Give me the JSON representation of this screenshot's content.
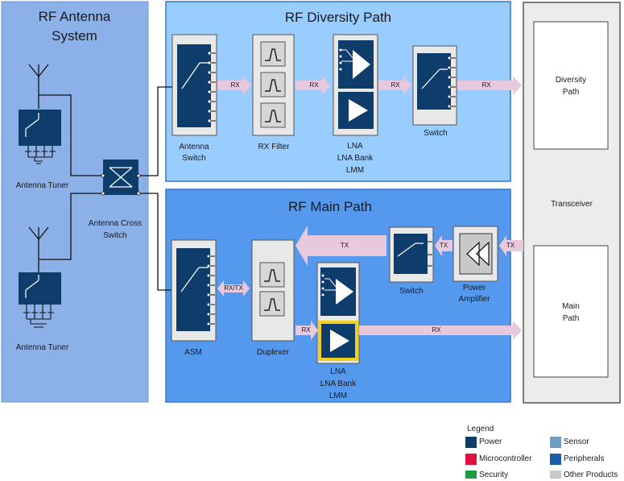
{
  "antenna_system": {
    "title": "RF Antenna System",
    "tuner_top_label": "Antenna Tuner",
    "tuner_bottom_label": "Antenna Tuner",
    "cross_switch_label_line1": "Antenna Cross",
    "cross_switch_label_line2": "Switch"
  },
  "diversity_path": {
    "title": "RF Diversity Path",
    "antenna_switch_line1": "Antenna",
    "antenna_switch_line2": "Switch",
    "rx_filter_label": "RX Filter",
    "lna_line1": "LNA",
    "lna_line2": "LNA Bank",
    "lna_line3": "LMM",
    "switch_label": "Switch",
    "arrow_rx_1": "RX",
    "arrow_rx_2": "RX",
    "arrow_rx_3": "RX",
    "arrow_rx_4": "RX"
  },
  "main_path": {
    "title": "RF Main Path",
    "asm_label": "ASM",
    "duplexer_label": "Duplexer",
    "lna_line1": "LNA",
    "lna_line2": "LNA Bank",
    "lna_line3": "LMM",
    "switch_label": "Switch",
    "pa_line1": "Power",
    "pa_line2": "Amplifier",
    "arrow_rxtx": "RX/TX",
    "arrow_tx_1": "TX",
    "arrow_tx_2": "TX",
    "arrow_tx_3": "TX",
    "arrow_rx_small": "RX",
    "arrow_rx_long": "RX"
  },
  "transceiver": {
    "label": "Transceiver",
    "diversity_line1": "Diversity",
    "diversity_line2": "Path",
    "main_line1": "Main",
    "main_line2": "Path"
  },
  "legend": {
    "title": "Legend",
    "items": [
      {
        "label": "Power",
        "color": "#0e3d6b"
      },
      {
        "label": "Sensor",
        "color": "#6f9cc4"
      },
      {
        "label": "Microcontroller",
        "color": "#e0103a"
      },
      {
        "label": "Peripherals",
        "color": "#1a5ea8"
      },
      {
        "label": "Security",
        "color": "#1f9a3f"
      },
      {
        "label": "Other Products",
        "color": "#c8c8c8"
      }
    ]
  },
  "colors": {
    "antenna_panel": "#8cb0e8",
    "diversity_panel": "#99ccff",
    "main_panel": "#5599ee",
    "power_block": "#0e3d6b",
    "arrow_fill": "#e8c8dc",
    "highlight": "#f0d020"
  }
}
